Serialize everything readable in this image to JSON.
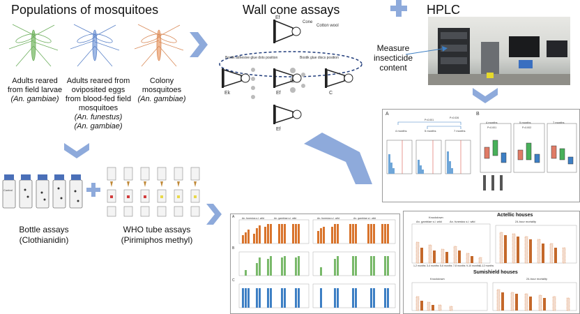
{
  "sections": {
    "populations": {
      "title": "Populations of mosquitoes",
      "groups": [
        {
          "line1": "Adults reared",
          "line2": "from field larvae",
          "species": "(An. gambiae)"
        },
        {
          "line1": "Adults reared from",
          "line2": "oviposited eggs",
          "line3": "from blood-fed field",
          "line4": "mosquitoes",
          "species1": "(An. funestus)",
          "species2": "(An. gambiae)"
        },
        {
          "line1": "Colony mosquitoes",
          "species": "(An. gambiae)"
        }
      ]
    },
    "wall_cone": {
      "title": "Wall cone assays",
      "labels": {
        "cone": "Cone",
        "cotton": "Cotton wool",
        "dots": "Bostik adhesive glue dots position",
        "discs": "Bostik glue discs position",
        "ef_top": "Ef",
        "ek": "Ek",
        "ef_mid": "Ef",
        "c": "C",
        "ef_bottom": "Ef"
      }
    },
    "hplc": {
      "title": "HPLC",
      "measure": [
        "Measure",
        "insecticide",
        "content"
      ]
    },
    "bottle": {
      "line1": "Bottle assays",
      "line2": "(Clothianidin)",
      "bottle_label": "Control"
    },
    "who_tube": {
      "line1": "WHO tube assays",
      "line2": "(Pirimiphos methyl)"
    }
  },
  "hplc_panel": {
    "label_a": "A",
    "label_b": "B",
    "a_titles": [
      "4 months",
      "5 months",
      "7 months"
    ],
    "b_titles": [
      "4 months",
      "5 months",
      "7 months"
    ],
    "p_values": [
      "P<0.001",
      "P=0.026",
      "P<0.001",
      "P=0.002"
    ]
  },
  "results_panel": {
    "labels": [
      "A",
      "B",
      "C"
    ],
    "headers": [
      "An. funestus s.l. wild",
      "An. gambiae s.l. wild",
      "An. funestus s.l. wild",
      "An. gambiae s.l. wild"
    ]
  },
  "houses_panel": {
    "actellic": "Actellic houses",
    "sumishield": "Sumishield houses",
    "knockdown": "Knockdown",
    "mortality": "24-hour mortality",
    "legend_gambiae": "An. gambiae s.l. wild",
    "legend_funestus": "An. funestus s.l. wild",
    "x_ticks": [
      "1-2 months",
      "3-4 months",
      "5-6 months",
      "7-8 months",
      "9-10 months",
      "11-12 months"
    ]
  },
  "colors": {
    "arrow": "#8eaadb",
    "plus": "#8eaadb",
    "orange": "#d9742c",
    "green": "#79b96a",
    "blue": "#3d7fc4"
  }
}
